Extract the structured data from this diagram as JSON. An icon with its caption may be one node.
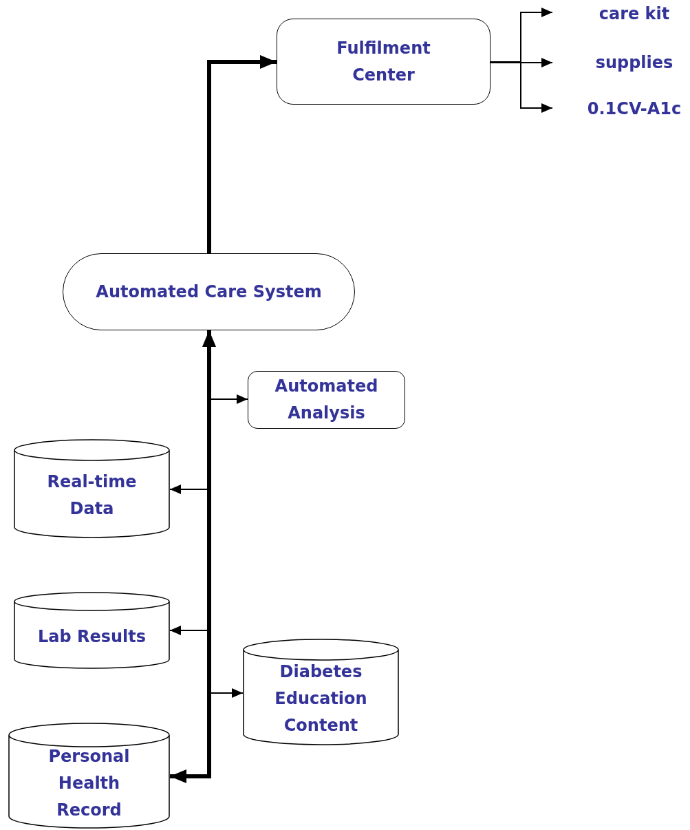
{
  "diagram": {
    "nodes": [
      {
        "text": [
          "Fulfilment Center"
        ]
      },
      {
        "text": [
          "care kit"
        ]
      },
      {
        "text": [
          "supplies"
        ]
      },
      {
        "text": [
          "0.1CV-A1c"
        ]
      },
      {
        "text": [
          "Automated Care System"
        ]
      },
      {
        "text": [
          "Automated Analysis"
        ]
      },
      {
        "text": [
          "Real-time Data"
        ]
      },
      {
        "text": [
          "Lab Results"
        ]
      },
      {
        "text": [
          "Diabetes Education Content"
        ]
      },
      {
        "text": [
          "Personal Health Record"
        ]
      }
    ],
    "edges": [
      {
        "from": 4,
        "to": 0,
        "arrow": "to",
        "style": "thick"
      },
      {
        "from": 0,
        "to": 1,
        "arrow": "to"
      },
      {
        "from": 0,
        "to": 2,
        "arrow": "to"
      },
      {
        "from": 0,
        "to": 3,
        "arrow": "to"
      },
      {
        "from": 9,
        "to": 4,
        "arrow": "both",
        "style": "thick"
      },
      {
        "from": 4,
        "to": 5,
        "arrow": "to"
      },
      {
        "from": 4,
        "to": 6,
        "arrow": "to"
      },
      {
        "from": 4,
        "to": 7,
        "arrow": "to"
      },
      {
        "from": 4,
        "to": 8,
        "arrow": "to"
      }
    ]
  }
}
